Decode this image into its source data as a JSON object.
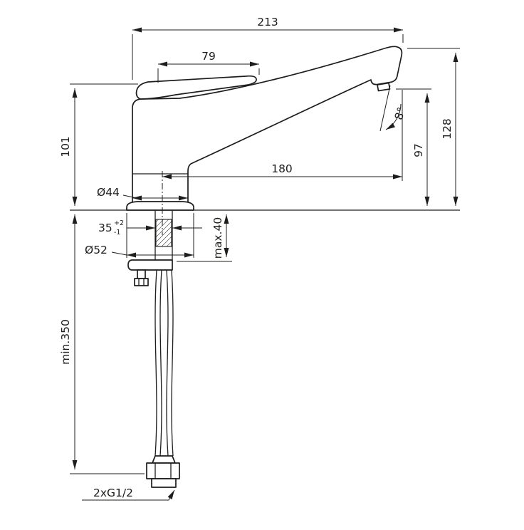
{
  "page": {
    "title": "Single-lever sink mixer dimensional drawing",
    "background": "#ffffff",
    "line_color": "#1d1d1b"
  },
  "labels": {
    "dim_total_width": "213",
    "dim_handle_length": "79",
    "dim_body_height": "101",
    "dim_spout_top_height": "128",
    "dim_outlet_height": "97",
    "dim_outlet_angle": "8°",
    "dim_reach": "180",
    "dim_body_diameter": "Ø44",
    "dim_hole_diameter": "35",
    "dim_hole_tol_upper": "+2",
    "dim_hole_tol_lower": "-1",
    "dim_base_diameter": "Ø52",
    "dim_max_counter_thickness": "max.40",
    "dim_min_hose_length": "min.350",
    "dim_connection_thread": "2xG1/2"
  }
}
